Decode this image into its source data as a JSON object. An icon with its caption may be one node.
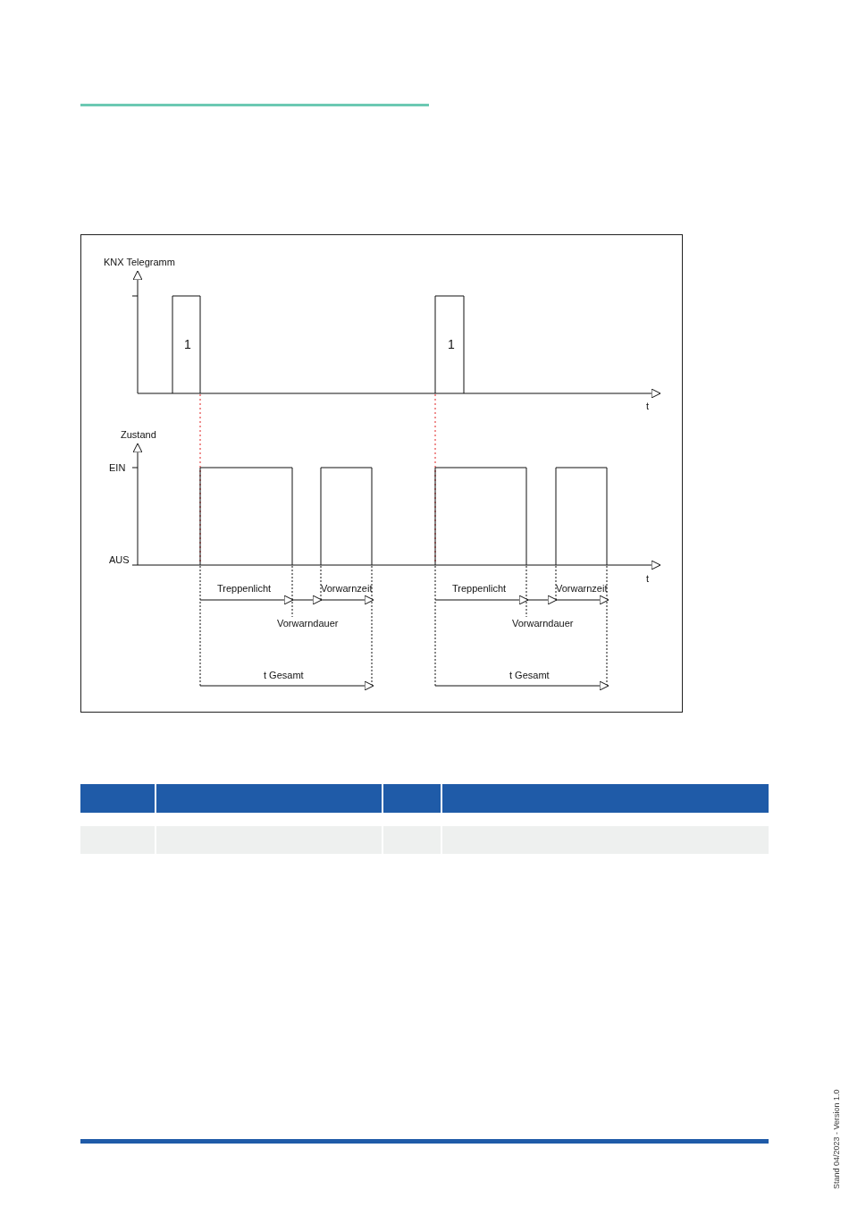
{
  "diagram": {
    "labels": [
      "KNX Telegramm",
      "1",
      "1",
      "t",
      "Zustand",
      "EIN",
      "AUS",
      "t",
      "Treppenlicht",
      "Vorwarnzeit",
      "Treppenlicht",
      "Vorwarnzeit",
      "Vorwarndauer",
      "Vorwarndauer",
      "t Gesamt",
      "t Gesamt",
      "Stand 04/2023 - Version 1.0"
    ]
  }
}
